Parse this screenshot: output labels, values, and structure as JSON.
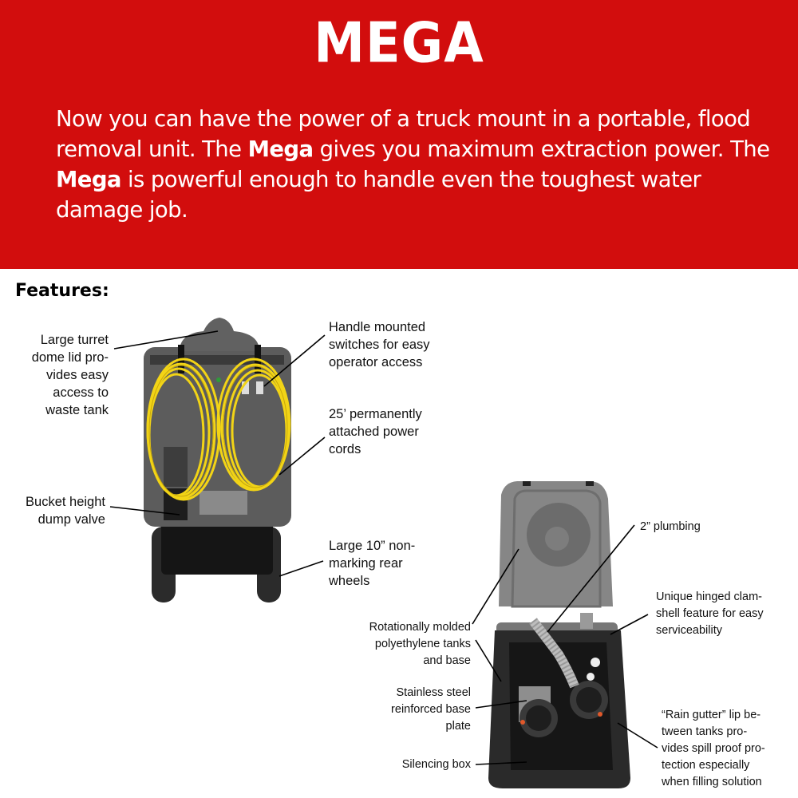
{
  "header": {
    "title": "MEGA",
    "description_parts": [
      {
        "text": "Now you can have the power of a truck mount in a portable, flood removal unit. The ",
        "bold": false
      },
      {
        "text": "Mega",
        "bold": true
      },
      {
        "text": " gives you maximum extraction power. The ",
        "bold": false
      },
      {
        "text": "Mega",
        "bold": true
      },
      {
        "text": " is powerful enough to handle even the toughest water damage job.",
        "bold": false
      }
    ],
    "background_color": "#d20d0d",
    "text_color": "#ffffff"
  },
  "features": {
    "title": "Features:",
    "left_image": {
      "alt": "Mega portable extractor, rear view with two yellow power cords",
      "callouts": [
        {
          "id": "turret",
          "lines": [
            "Large turret",
            "dome lid pro-",
            "vides easy",
            "access to",
            "waste tank"
          ]
        },
        {
          "id": "switches",
          "lines": [
            "Handle mounted",
            "switches for easy",
            "operator access"
          ]
        },
        {
          "id": "cords",
          "lines": [
            "25’ permanently",
            "attached power",
            "cords"
          ]
        },
        {
          "id": "dump-valve",
          "lines": [
            "Bucket height",
            "dump valve"
          ]
        },
        {
          "id": "wheels",
          "lines": [
            "Large 10” non-",
            "marking rear",
            "wheels"
          ]
        }
      ]
    },
    "right_image": {
      "alt": "Mega with clamshell lid opened showing vacuum motors and plumbing",
      "callouts": [
        {
          "id": "plumbing",
          "lines": [
            "2” plumbing"
          ]
        },
        {
          "id": "clamshell",
          "lines": [
            "Unique hinged clam-",
            "shell feature for easy",
            "serviceability"
          ]
        },
        {
          "id": "polyethylene",
          "lines": [
            "Rotationally molded",
            "polyethylene tanks",
            "and base"
          ]
        },
        {
          "id": "base-plate",
          "lines": [
            "Stainless steel",
            "reinforced base",
            "plate"
          ]
        },
        {
          "id": "silencing",
          "lines": [
            "Silencing box"
          ]
        },
        {
          "id": "rain-gutter",
          "lines": [
            "“Rain gutter” lip be-",
            "tween tanks pro-",
            "vides spill proof pro-",
            "tection especially",
            "when filling solution"
          ]
        }
      ]
    }
  }
}
